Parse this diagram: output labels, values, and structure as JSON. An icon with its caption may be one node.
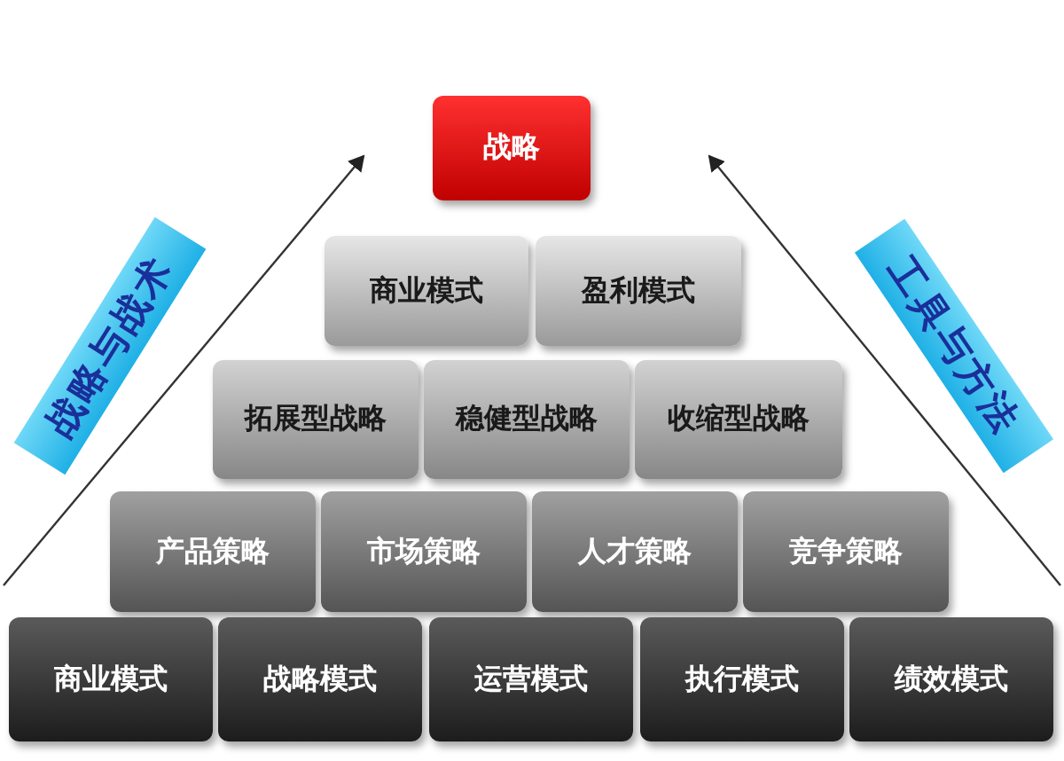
{
  "diagram": {
    "nodes": [
      {
        "text": [
          "战略"
        ]
      },
      {
        "text": [
          "商业模式"
        ]
      },
      {
        "text": [
          "盈利模式"
        ]
      },
      {
        "text": [
          "拓展型战略"
        ]
      },
      {
        "text": [
          "稳健型战略"
        ]
      },
      {
        "text": [
          "收缩型战略"
        ]
      },
      {
        "text": [
          "产品策略"
        ]
      },
      {
        "text": [
          "市场策略"
        ]
      },
      {
        "text": [
          "人才策略"
        ]
      },
      {
        "text": [
          "竞争策略"
        ]
      },
      {
        "text": [
          "商业模式"
        ]
      },
      {
        "text": [
          "战略模式"
        ]
      },
      {
        "text": [
          "运营模式"
        ]
      },
      {
        "text": [
          "执行模式"
        ]
      },
      {
        "text": [
          "绩效模式"
        ]
      },
      {
        "text": [
          "战略与战术"
        ]
      },
      {
        "text": [
          "工具与方法"
        ]
      }
    ]
  }
}
